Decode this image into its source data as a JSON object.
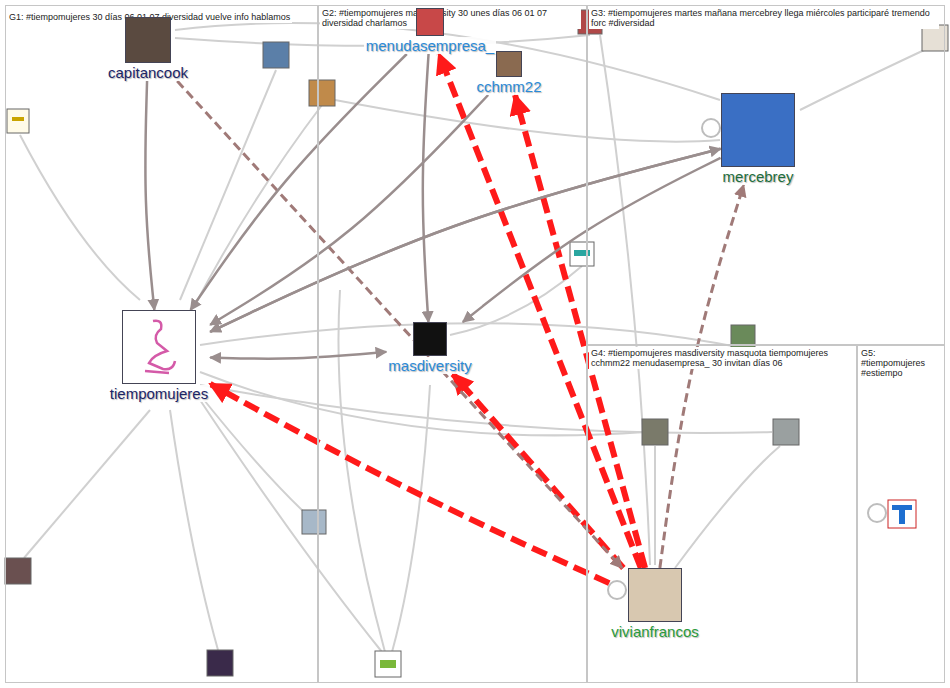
{
  "diagram": {
    "nodes": [
      {
        "text": [
          "G1: #tiempomujeres 30 días 06 01 07 diversidad vuelve info hablamos"
        ]
      },
      {
        "text": [
          "capitancook"
        ],
        "in": 0
      },
      {
        "text": [
          "tiempomujeres"
        ],
        "in": 0
      },
      {
        "text": [
          "G2: #tiempomujeres masdiversity 30 unes días 06 01 07 diversidad charlamos"
        ]
      },
      {
        "text": [
          "menudasempresa_"
        ],
        "in": 3
      },
      {
        "text": [
          "cchmm22"
        ],
        "in": 3
      },
      {
        "text": [
          "masdiversity"
        ],
        "in": 3
      },
      {
        "text": [
          "G3: #tiempomujeres martes mañana mercebrey llega miércoles participaré tremendo forc #diversidad"
        ]
      },
      {
        "text": [
          "mercebrey"
        ],
        "in": 7
      },
      {
        "text": [
          "G4: #tiempomujeres masdiversity masquota tiempomujeres cchmm22 menudasempresa_ 30 invitan días 06"
        ]
      },
      {
        "text": [
          "vivianfrancos"
        ],
        "in": 9
      },
      {
        "text": [
          "G5: #tiempomujeres #estiempo"
        ]
      }
    ],
    "edges": [
      {
        "from": 10,
        "to": 2,
        "arrow": "to"
      },
      {
        "from": 10,
        "to": 6,
        "arrow": "to"
      },
      {
        "from": 10,
        "to": 4,
        "arrow": "to"
      },
      {
        "from": 10,
        "to": 5,
        "arrow": "to"
      },
      {
        "from": 10,
        "to": 8,
        "arrow": "to"
      },
      {
        "from": 1,
        "to": 10,
        "arrow": "to"
      },
      {
        "from": 1,
        "to": 2,
        "arrow": "to"
      },
      {
        "from": 2,
        "to": 6,
        "arrow": "both"
      },
      {
        "from": 8,
        "to": 2,
        "arrow": "to"
      },
      {
        "from": 2,
        "to": 8,
        "arrow": "to"
      },
      {
        "from": 4,
        "to": 6,
        "arrow": "to"
      },
      {
        "from": 4,
        "to": 2,
        "arrow": "to"
      },
      {
        "from": 5,
        "to": 2,
        "arrow": "to"
      },
      {
        "from": 8,
        "to": 6,
        "arrow": "to"
      }
    ]
  }
}
